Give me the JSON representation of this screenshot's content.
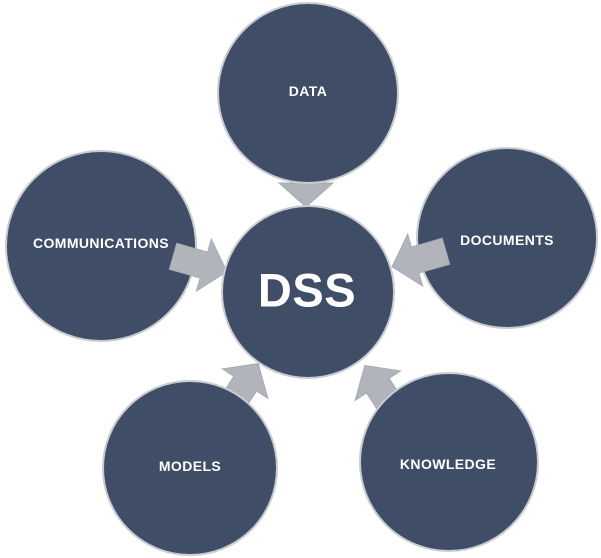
{
  "diagram": {
    "title": "DSS hub-and-spoke diagram",
    "center": {
      "label": "DSS"
    },
    "nodes": [
      {
        "id": "data",
        "label": "DATA"
      },
      {
        "id": "communications",
        "label": "COMMUNICATIONS"
      },
      {
        "id": "documents",
        "label": "DOCUMENTS"
      },
      {
        "id": "models",
        "label": "MODELS"
      },
      {
        "id": "knowledge",
        "label": "KNOWLEDGE"
      }
    ],
    "edges": [
      {
        "from": "DATA",
        "to": "DSS"
      },
      {
        "from": "COMMUNICATIONS",
        "to": "DSS"
      },
      {
        "from": "DOCUMENTS",
        "to": "DSS"
      },
      {
        "from": "MODELS",
        "to": "DSS"
      },
      {
        "from": "KNOWLEDGE",
        "to": "DSS"
      }
    ],
    "colors": {
      "circle_fill": "#3F4E66",
      "circle_border": "#C8CBD1",
      "arrow_fill": "#B2B4BB",
      "arrow_border": "#A6AAB3",
      "label_color": "#FFFFFF",
      "background": "#FFFFFF"
    }
  }
}
